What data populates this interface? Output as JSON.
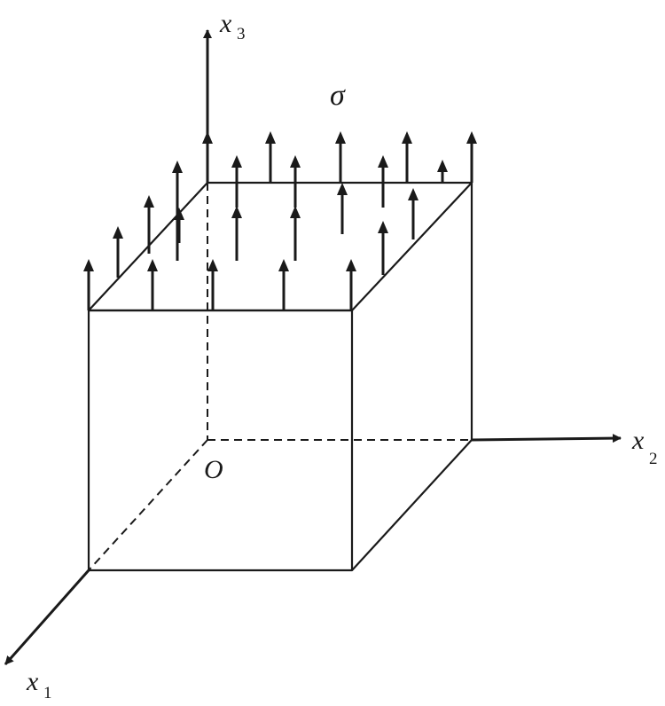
{
  "labels": {
    "x1": "x",
    "x1_sub": "1",
    "x2": "x",
    "x2_sub": "2",
    "x3": "x",
    "x3_sub": "3",
    "origin": "O",
    "stress": "σ"
  },
  "stress_arrow_count": 24,
  "colors": {
    "line": "#1a1a1a",
    "background": "#ffffff"
  }
}
